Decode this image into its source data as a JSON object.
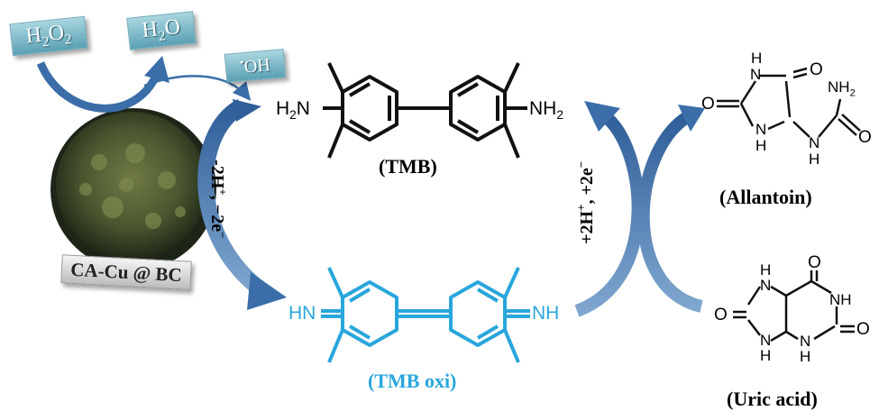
{
  "reagents": {
    "h2o2": {
      "main": "H",
      "sub1": "2",
      "mid": "O",
      "sub2": "2"
    },
    "h2o": {
      "main": "H",
      "sub1": "2",
      "mid": "O"
    },
    "oh": {
      "dot": "•",
      "text": "OH"
    }
  },
  "catalyst": {
    "label": "CA-Cu @ BC"
  },
  "tmb": {
    "name": "(TMB)",
    "left_group": {
      "h": "H",
      "sub": "2",
      "n": "N"
    },
    "right_group": {
      "n": "NH",
      "sub": "2"
    }
  },
  "tmb_oxi": {
    "name": "(TMB oxi)",
    "left_group": "HN",
    "right_group": "NH"
  },
  "oxidation_label": {
    "a": "-2H",
    "a_sup": "+",
    "b": ", −2e",
    "b_sup": "−"
  },
  "reduction_label": {
    "a": "+2H",
    "a_sup": "+",
    "b": ", +2e",
    "b_sup": "−"
  },
  "allantoin": {
    "name": "(Allantoin)",
    "atoms": [
      "H",
      "N",
      "O",
      "O",
      "N",
      "H",
      "N",
      "H",
      "NH",
      "2",
      "O"
    ]
  },
  "uric_acid": {
    "name": "(Uric acid)",
    "atoms": [
      "H",
      "N",
      "O",
      "NH",
      "O",
      "N",
      "H",
      "N",
      "H",
      "O"
    ]
  },
  "colors": {
    "arrow": "#3b6ea8",
    "arrow_light": "#7fa6cf",
    "tmb_oxi": "#29a6dc",
    "box": "#6fb3c6"
  }
}
